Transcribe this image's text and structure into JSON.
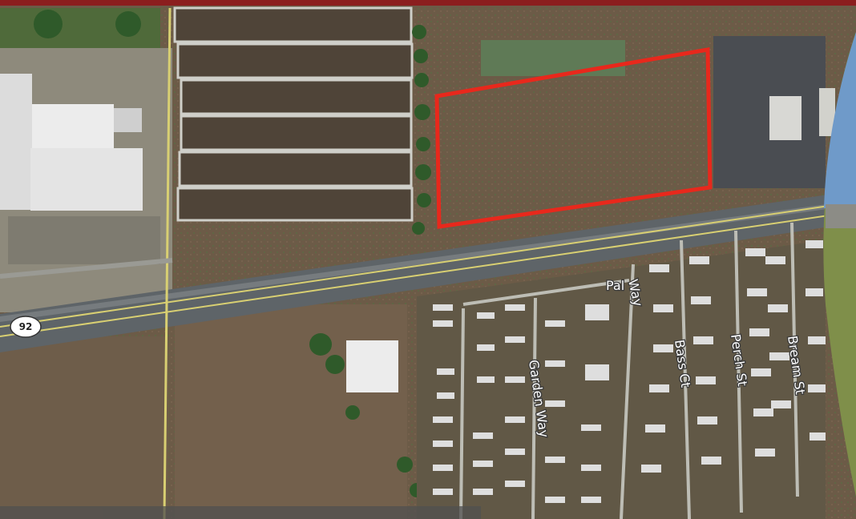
{
  "map": {
    "route_shield": "92",
    "street_labels": [
      "Pal",
      "Way",
      "Garden Way",
      "Bass Ct",
      "Perch St",
      "Bream St"
    ]
  },
  "colors": {
    "frame": "#8b1e1e",
    "highlight_outline": "#e8281c",
    "road_centerline": "#d8cf72",
    "terrain": "#6b5a44"
  }
}
